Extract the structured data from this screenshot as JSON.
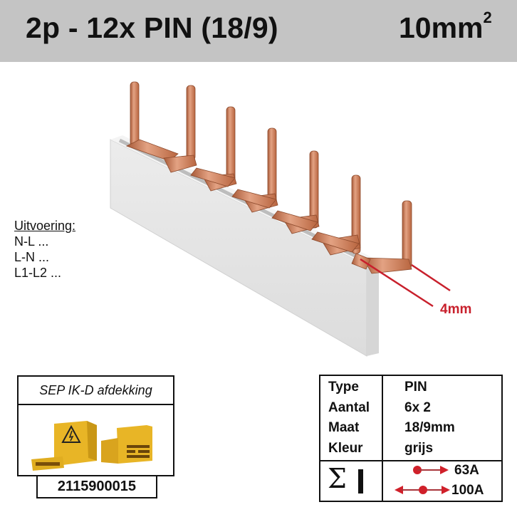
{
  "header": {
    "title": "2p - 12x PIN (18/9)",
    "cross_section": "10mm",
    "cross_section_exp": "2",
    "background": "#c4c4c4"
  },
  "variants": {
    "heading": "Uitvoering:",
    "items": [
      "N-L ...",
      "L-N ...",
      "L1-L2 ..."
    ]
  },
  "product_image": {
    "subject": "2-pole pin busbar with 6x2 copper pins on grey insulated base",
    "dimension_label": "4mm",
    "dimension_color": "#c8202c",
    "copper_color": "#c7754e",
    "base_color": "#e4e4e4"
  },
  "accessory": {
    "caption": "SEP IK-D afdekking",
    "image_subject": "yellow end cover caps with high-voltage warning symbol",
    "icon": "high-voltage-warning-icon",
    "article_number": "2115900015",
    "cover_color": "#e8b526"
  },
  "spec_table": {
    "rows": [
      {
        "label": "Type",
        "value": "PIN"
      },
      {
        "label": "Aantal",
        "value": "6x 2"
      },
      {
        "label": "Maat",
        "value": "18/9mm"
      },
      {
        "label": "Kleur",
        "value": "grijs"
      }
    ],
    "current_symbol": "Σ",
    "currents": [
      {
        "icon": "single-feed-arrow-icon",
        "value": "63A"
      },
      {
        "icon": "center-feed-arrow-icon",
        "value": "100A"
      }
    ],
    "arrow_color": "#d0202a"
  }
}
